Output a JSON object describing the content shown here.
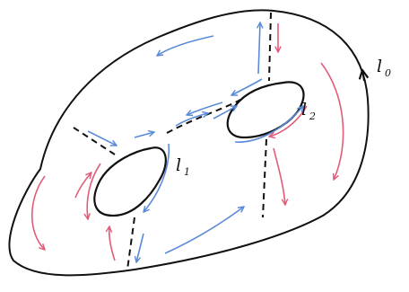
{
  "labels": {
    "l0": {
      "letter": "l",
      "subscript": "0"
    },
    "l1": {
      "letter": "l",
      "subscript": "1"
    },
    "l2": {
      "letter": "l",
      "subscript": "2"
    }
  },
  "colors": {
    "outline": "#111111",
    "blue_arrow": "#5b8bd8",
    "red_arrow": "#e25c7a",
    "background": "#ffffff"
  }
}
